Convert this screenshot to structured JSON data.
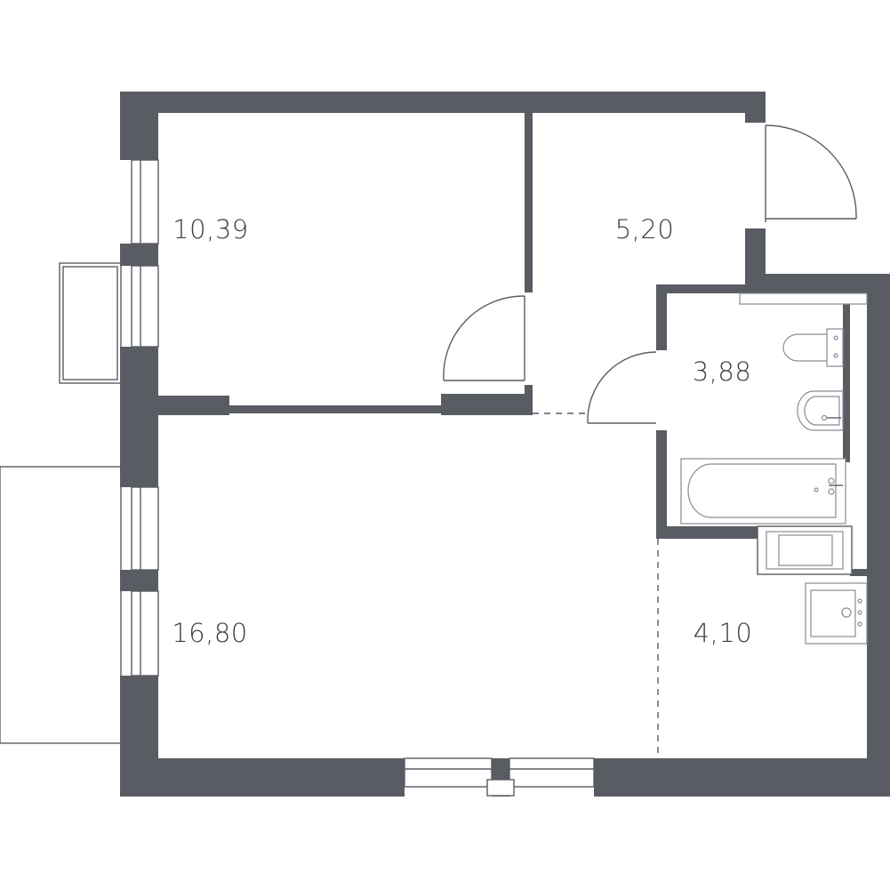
{
  "plan": {
    "wall_color": "#5a5c63",
    "rooms": [
      {
        "id": "bedroom",
        "area": "10,39"
      },
      {
        "id": "hallway",
        "area": "5,20"
      },
      {
        "id": "bathroom",
        "area": "3,88"
      },
      {
        "id": "living-room",
        "area": "16,80"
      },
      {
        "id": "kitchen",
        "area": "4,10"
      }
    ]
  }
}
